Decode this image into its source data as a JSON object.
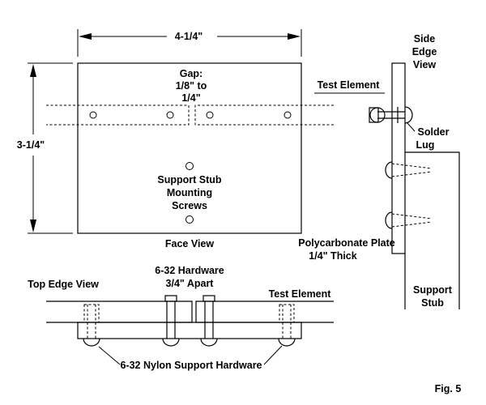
{
  "labels": {
    "width_dim": "4-1/4\"",
    "height_dim": "3-1/4\"",
    "gap_line1": "Gap:",
    "gap_line2": "1/8\" to",
    "gap_line3": "1/4\"",
    "test_element_top": "Test Element",
    "side_view_line1": "Side",
    "side_view_line2": "Edge",
    "side_view_line3": "View",
    "solder_line1": "Solder",
    "solder_line2": "Lug",
    "stub_screws_line1": "Support Stub",
    "stub_screws_line2": "Mounting",
    "stub_screws_line3": "Screws",
    "face_view": "Face View",
    "plate_line1": "Polycarbonate Plate",
    "plate_line2": "1/4\" Thick",
    "hardware_line1": "6-32 Hardware",
    "hardware_line2": "3/4\" Apart",
    "top_edge_view": "Top Edge View",
    "test_element_bottom": "Test Element",
    "nylon_hardware": "6-32 Nylon Support Hardware",
    "support_stub_line1": "Support",
    "support_stub_line2": "Stub",
    "figure": "Fig. 5"
  }
}
